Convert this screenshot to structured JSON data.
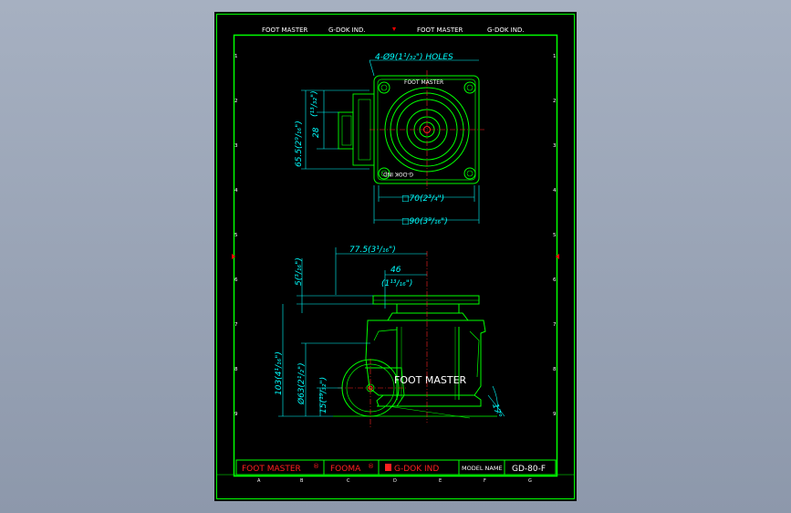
{
  "header": {
    "left": [
      "FOOT MASTER",
      "G-DOK IND."
    ],
    "right": [
      "FOOT MASTER",
      "G-DOK IND."
    ]
  },
  "border": {
    "row_numbers": [
      "1",
      "2",
      "3",
      "4",
      "5",
      "6",
      "7",
      "8",
      "9"
    ],
    "column_letters": [
      "A",
      "B",
      "C",
      "D",
      "E",
      "F",
      "G"
    ]
  },
  "top_view": {
    "holes_note": "4-Ø9(1¹/₃₂\") HOLES",
    "plate_text_top": "FOOT MASTER",
    "plate_text_bottom": "G-DOK IND.",
    "dim_65_5": "65.5(2⁹/₁₆\")",
    "dim_13_32": "(¹³/₃₂\")",
    "dim_28": "28",
    "dim_70": "□70(2³/₄\")",
    "dim_90": "□90(3⁹/₁₆\")"
  },
  "side_view": {
    "dim_77_5": "77.5(3¹/₁₆\")",
    "dim_46": "46",
    "dim_1_13_16": "(1¹³/₁₆\")",
    "dim_5": "5(³/₁₆\")",
    "dim_103": "103(4¹/₁₆\")",
    "dim_63": "Ø63(2¹/₂\")",
    "dim_15": "15(¹⁹/₃₂\")",
    "body_text": "FOOT MASTER",
    "angle": "17°"
  },
  "title_block": {
    "cell1": "FOOT MASTER",
    "cell2": "FOOMA",
    "cell3": "G-DOK IND",
    "model_label": "MODEL NAME",
    "model_value": "GD-80-F",
    "registered_mark": "®"
  },
  "colors": {
    "background": "#000000",
    "frame": "#00ff00",
    "geometry": "#00ff00",
    "dimension": "#00ffff",
    "title_text": "#ff2020",
    "marker": "#ff0000",
    "white": "#ffffff"
  }
}
